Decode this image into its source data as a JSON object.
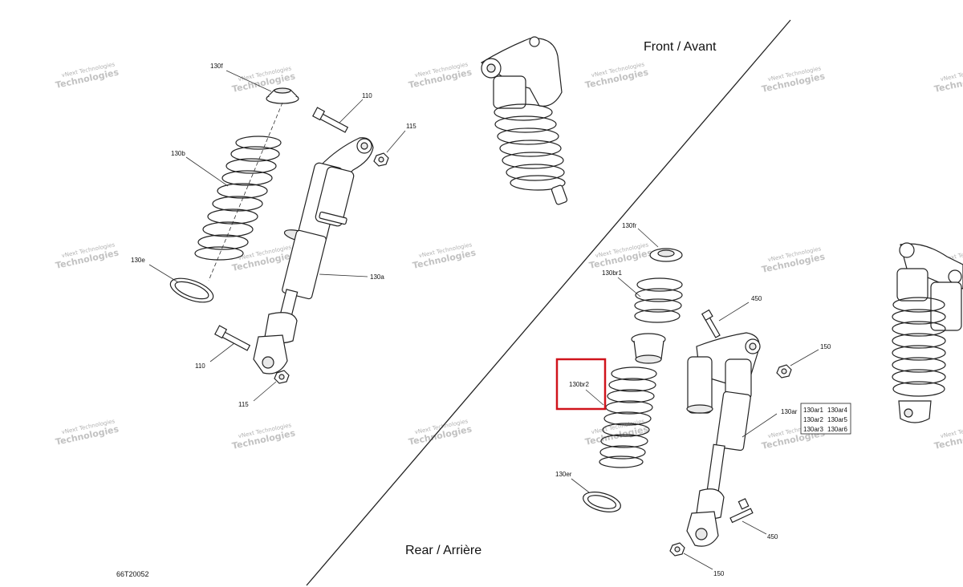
{
  "sections": {
    "front": "Front / Avant",
    "rear": "Rear / Arrière"
  },
  "drawing_ref": "66T20052",
  "watermark": {
    "line1": "vNext Technologies",
    "line2": "Technologies"
  },
  "callouts": {
    "c130f": "130f",
    "c110_top": "110",
    "c115_top": "115",
    "c130b": "130b",
    "c130e": "130e",
    "c130a": "130a",
    "c110_bot": "110",
    "c115_bot": "115",
    "c130fr": "130fr",
    "c130br1": "130br1",
    "c450_top": "450",
    "c150_top": "150",
    "c130br2": "130br2",
    "c130ar": "130ar",
    "c130er": "130er",
    "c450_bot": "450",
    "c150_bot": "150"
  },
  "variant_table": [
    [
      "130ar1",
      "130ar4"
    ],
    [
      "130ar2",
      "130ar5"
    ],
    [
      "130ar3",
      "130ar6"
    ]
  ],
  "highlight_color": "#d0141c"
}
